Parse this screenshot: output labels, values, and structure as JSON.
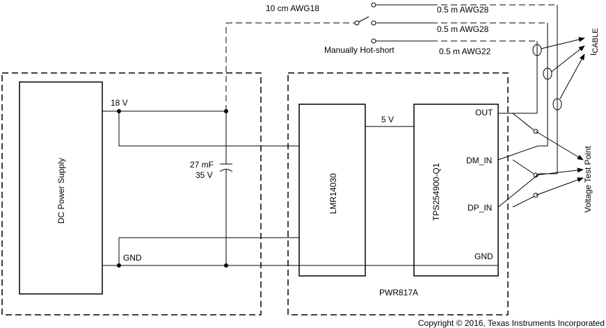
{
  "labels": {
    "cable_short": "10 cm AWG18",
    "cable_1": "0.5 m AWG28",
    "cable_2": "0.5 m AWG28",
    "cable_3": "0.5 m AWG22",
    "hot_short": "Manually Hot-short",
    "icable_main": "I",
    "icable_sub": "CABLE",
    "rail_18v": "18 V",
    "rail_gnd": "GND",
    "rail_5v": "5 V",
    "cap_value": "27 mF",
    "cap_voltage": "35 V",
    "supply": "DC Power Supply",
    "regulator": "LMR14030",
    "switch_ic": "TPS254900-Q1",
    "pin_out": "OUT",
    "pin_dm": "DM_IN",
    "pin_dp": "DP_IN",
    "pin_gnd": "GND",
    "board": "PWR817A",
    "test_point": "Voltage Test Point",
    "copyright": "Copyright © 2016, Texas Instruments Incorporated"
  }
}
